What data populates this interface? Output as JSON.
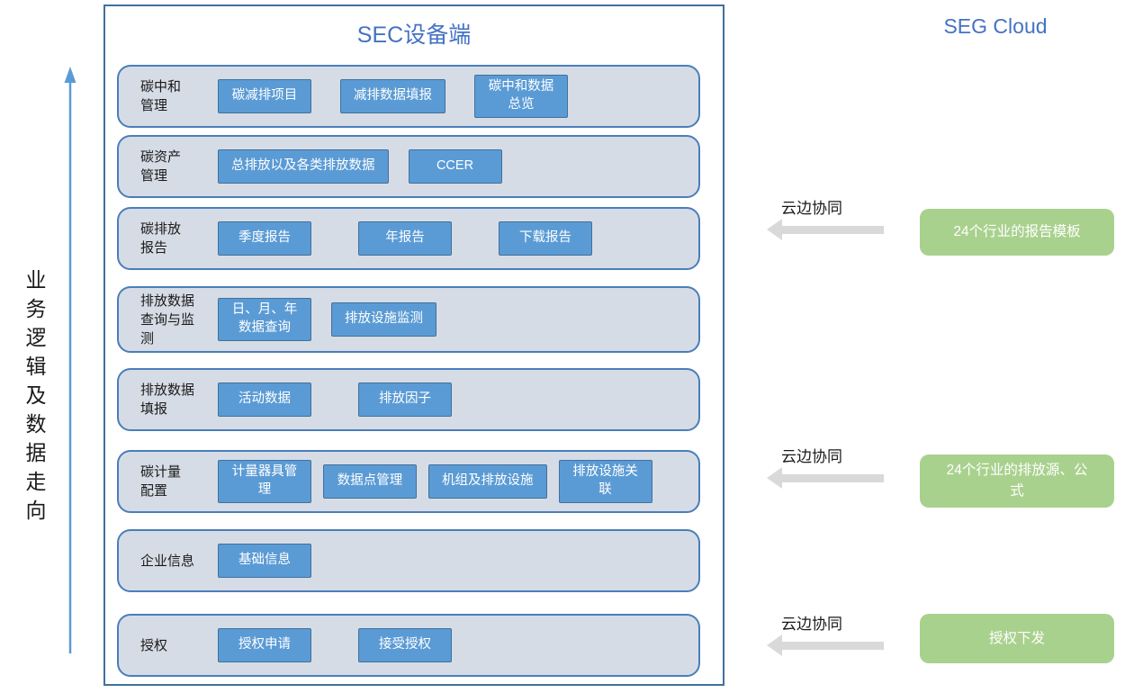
{
  "flow_axis": {
    "label": "业务逻辑及数据走向"
  },
  "device_panel": {
    "title": "SEC设备端",
    "rows": [
      {
        "label": "碳中和\n管理",
        "buttons": [
          "碳减排项目",
          "减排数据填报",
          "碳中和数据\n总览"
        ]
      },
      {
        "label": "碳资产\n管理",
        "buttons": [
          "总排放以及各类排放数据",
          "CCER"
        ]
      },
      {
        "label": "碳排放\n报告",
        "buttons": [
          "季度报告",
          "年报告",
          "下载报告"
        ]
      },
      {
        "label": "排放数据\n查询与监\n测",
        "buttons": [
          "日、月、年\n数据查询",
          "排放设施监测"
        ]
      },
      {
        "label": "排放数据\n填报",
        "buttons": [
          "活动数据",
          "排放因子"
        ]
      },
      {
        "label": "碳计量\n配置",
        "buttons": [
          "计量器具管\n理",
          "数据点管理",
          "机组及排放设施",
          "排放设施关\n联"
        ]
      },
      {
        "label": "企业信息",
        "buttons": [
          "基础信息"
        ]
      },
      {
        "label": "授权",
        "buttons": [
          "授权申请",
          "接受授权"
        ]
      }
    ]
  },
  "cloud_panel": {
    "title": "SEG Cloud",
    "sync_groups": [
      {
        "arrow_label": "云边协同",
        "box": "24个行业的报告模板"
      },
      {
        "arrow_label": "云边协同",
        "box": "24个行业的排放源、公\n式"
      },
      {
        "arrow_label": "云边协同",
        "box": "授权下发"
      }
    ]
  },
  "colors": {
    "button_fill": "#5B9BD5",
    "button_border": "#41719C",
    "row_fill": "#D6DCE5",
    "row_border": "#4A7EBB",
    "panel_border": "#41719C",
    "cloud_box_green": "#A9D18E",
    "title_blue": "#4472C4",
    "sync_arrow_gray": "#D9D9D9",
    "flow_arrow_blue": "#5B9BD5"
  }
}
